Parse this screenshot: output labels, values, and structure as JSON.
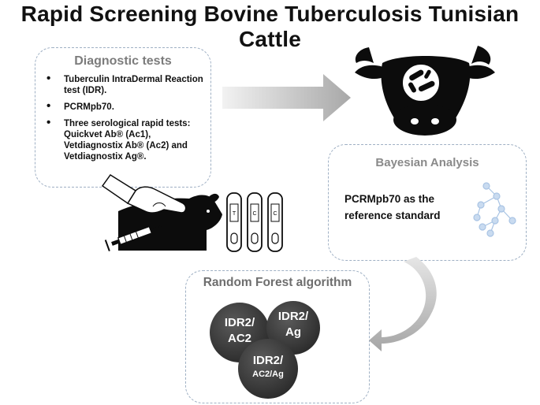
{
  "title": {
    "line1": "Rapid Screening Bovine Tuberculosis Tunisian",
    "line2": "Cattle"
  },
  "diagnostic": {
    "heading": "Diagnostic tests",
    "items": [
      "Tuberculin IntraDermal Reaction test (IDR).",
      "PCRMpb70.",
      "Three serological rapid tests: Quickvet Ab® (Ac1), Vetdiagnostix Ab® (Ac2) and Vetdiagnostix Ag®."
    ]
  },
  "bayesian": {
    "heading": "Bayesian Analysis",
    "text": "PCRMpb70 as the reference standard"
  },
  "random_forest": {
    "heading": "Random Forest algorithm",
    "balls": [
      {
        "label": "IDR2/ AC2"
      },
      {
        "label": "IDR2/ Ag"
      },
      {
        "line1": "IDR2/",
        "line2": "AC2/Ag"
      }
    ]
  },
  "test_strips": [
    "T",
    "C",
    "C"
  ],
  "colors": {
    "box_border": "#9fb0c4",
    "ball": "#3d3d3d",
    "arrow": "#b0b0b0",
    "network_node": "#a9c4e4"
  },
  "icons": [
    "cow-head-icon",
    "bacteria-icon",
    "cow-injection-icon",
    "test-strip-icon",
    "network-icon"
  ]
}
